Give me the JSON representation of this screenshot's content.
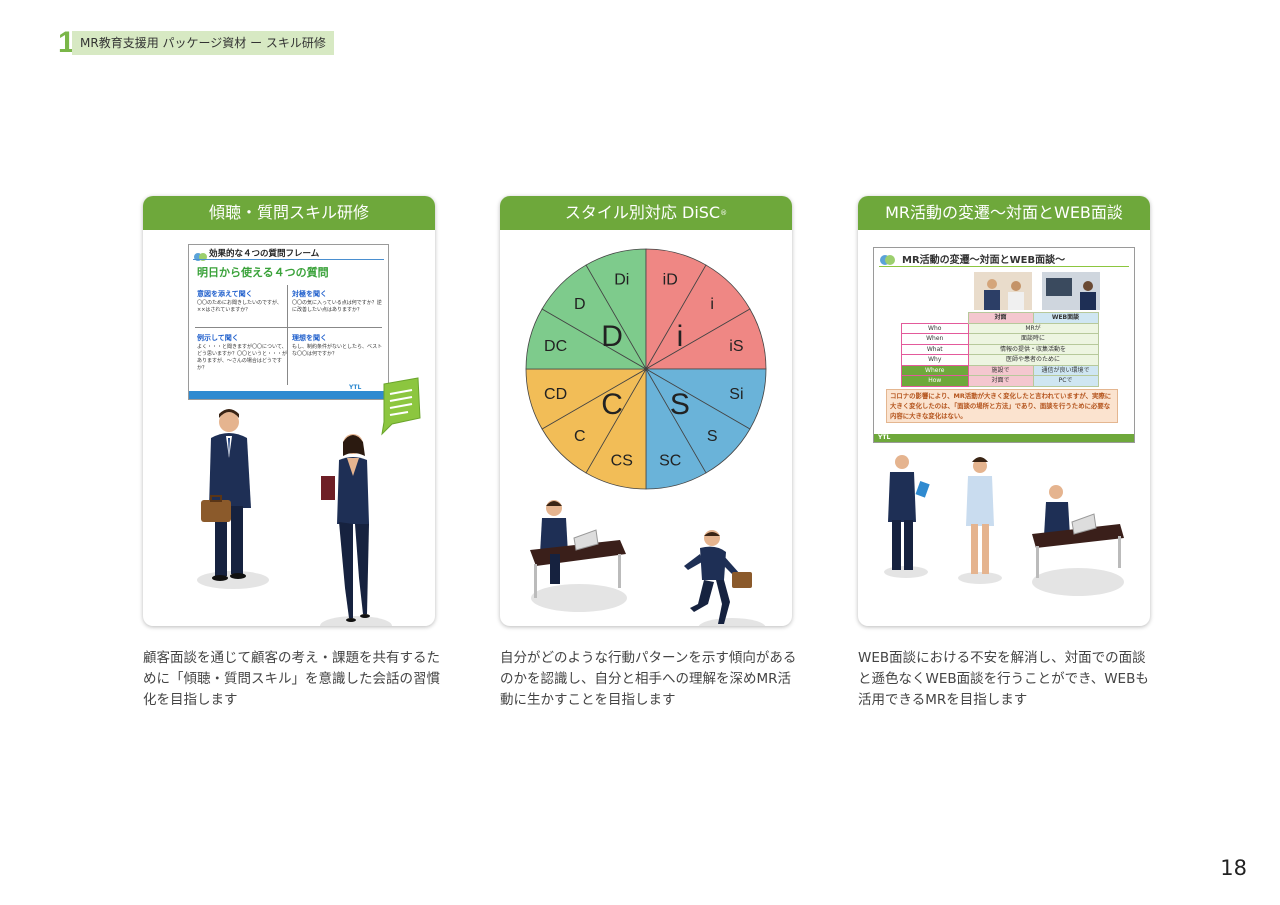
{
  "header": {
    "number": "1",
    "label": "MR教育支援用 パッケージ資材 ー スキル研修"
  },
  "cards": [
    {
      "title": "傾聴・質問スキル研修",
      "description": "顧客面談を通じて顧客の考え・課題を共有するために「傾聴・質問スキル」を意識した会話の習慣化を目指します",
      "slide": {
        "header": "効果的な４つの質問フレーム",
        "subtitle": "明日から使える４つの質問",
        "q1_title": "意図を添えて聞く",
        "q1_text": "〇〇のためにお聞きしたいのですが、××はされていますか？",
        "q2_title": "対極を聞く",
        "q2_text": "〇〇の気に入っている点は何ですか？逆に改善したい点はありますか？",
        "q3_title": "例示して聞く",
        "q3_text": "よく・・・と聞きますが〇〇について、どう思いますか？〇〇というと・・・がありますが、〜さんの場合はどうですか？",
        "q4_title": "理想を聞く",
        "q4_text": "もし、制約条件がないとしたら、ベストな〇〇は何ですか？",
        "logo": "YTL"
      }
    },
    {
      "title": "スタイル別対応 DiSC",
      "title_mark": "®",
      "description": "自分がどのような行動パターンを示す傾向があるのかを認識し、自分と相手への理解を深めMR活動に生かすことを目指します"
    },
    {
      "title": "MR活動の変遷〜対面とWEB面談",
      "description": "WEB面談における不安を解消し、対面での面談と遜色なくWEB面談を行うことができ、WEBも活用できるMRを目指します",
      "slide": {
        "header": "MR活動の変遷〜対面とWEB面談〜",
        "col_face": "対面",
        "col_web": "WEB面談",
        "rows": [
          {
            "label": "Who",
            "value": "MRが"
          },
          {
            "label": "When",
            "value": "面談時に"
          },
          {
            "label": "What",
            "value": "情報の提供・収集活動を"
          },
          {
            "label": "Why",
            "value": "医師や患者のために"
          }
        ],
        "where": {
          "label": "Where",
          "face": "施設で",
          "web": "通信が良い環境で"
        },
        "how": {
          "label": "How",
          "face": "対面で",
          "web": "PCで"
        },
        "note": "コロナの影響により、MR活動が大きく変化したと言われていますが、実際に大きく変化したのは、「面談の場所と方法」であり、面談を行うために必要な内容に大きな変化はない。",
        "logo": "YTL"
      }
    }
  ],
  "chart_data": {
    "type": "pie",
    "title": "",
    "segments": [
      {
        "label": "Di",
        "value": 1,
        "color": "#7ecb8c"
      },
      {
        "label": "iD",
        "value": 1,
        "color": "#ef8784"
      },
      {
        "label": "i",
        "value": 1,
        "color": "#ef8784"
      },
      {
        "label": "iS",
        "value": 1,
        "color": "#ef8784"
      },
      {
        "label": "Si",
        "value": 1,
        "color": "#6ab3d9"
      },
      {
        "label": "S",
        "value": 1,
        "color": "#6ab3d9"
      },
      {
        "label": "SC",
        "value": 1,
        "color": "#6ab3d9"
      },
      {
        "label": "CS",
        "value": 1,
        "color": "#f2bd57"
      },
      {
        "label": "C",
        "value": 1,
        "color": "#f2bd57"
      },
      {
        "label": "CD",
        "value": 1,
        "color": "#f2bd57"
      },
      {
        "label": "DC",
        "value": 1,
        "color": "#7ecb8c"
      },
      {
        "label": "D",
        "value": 1,
        "color": "#7ecb8c"
      }
    ],
    "quadrants": [
      {
        "label": "D",
        "color": "#7ecb8c"
      },
      {
        "label": "i",
        "color": "#ef8784"
      },
      {
        "label": "S",
        "color": "#6ab3d9"
      },
      {
        "label": "C",
        "color": "#f2bd57"
      }
    ]
  },
  "colors": {
    "accent": "#6ea83b",
    "header_bg": "#d7e9c3",
    "slide_bar": "#2f8ad0",
    "pink": "#e35a9b"
  },
  "page_number": "18"
}
